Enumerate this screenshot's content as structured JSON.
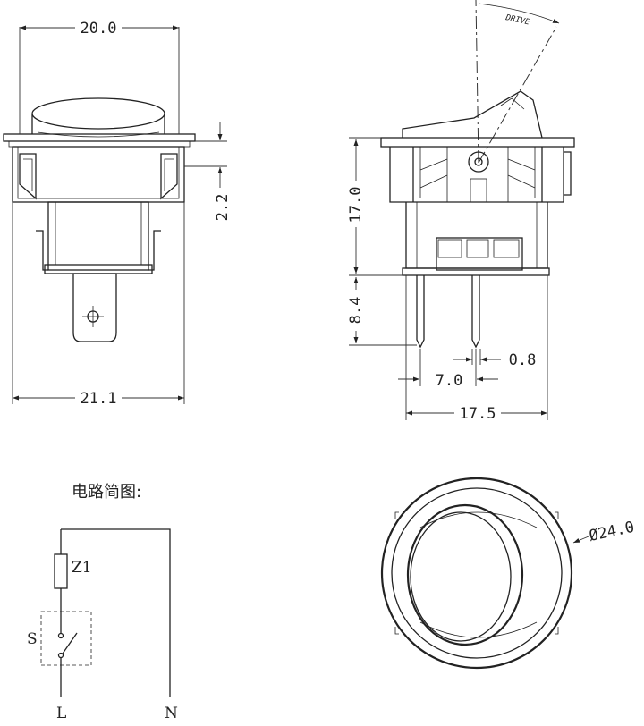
{
  "front_view": {
    "width_dimension": "20.0",
    "overall_width_dimension": "21.1",
    "flange_dimension": "2.2"
  },
  "side_view": {
    "height_dimension": "17.0",
    "pin_length_dimension": "8.4",
    "pin_thickness_dimension": "0.8",
    "pin_spacing_dimension": "7.0",
    "base_width_dimension": "17.5",
    "drive_label": "DRIVE"
  },
  "circuit": {
    "title": "电路简图:",
    "resistor_label": "Z1",
    "switch_label": "S",
    "terminal_l": "L",
    "terminal_n": "N"
  },
  "top_view": {
    "diameter_dimension": "Ø24.0"
  }
}
